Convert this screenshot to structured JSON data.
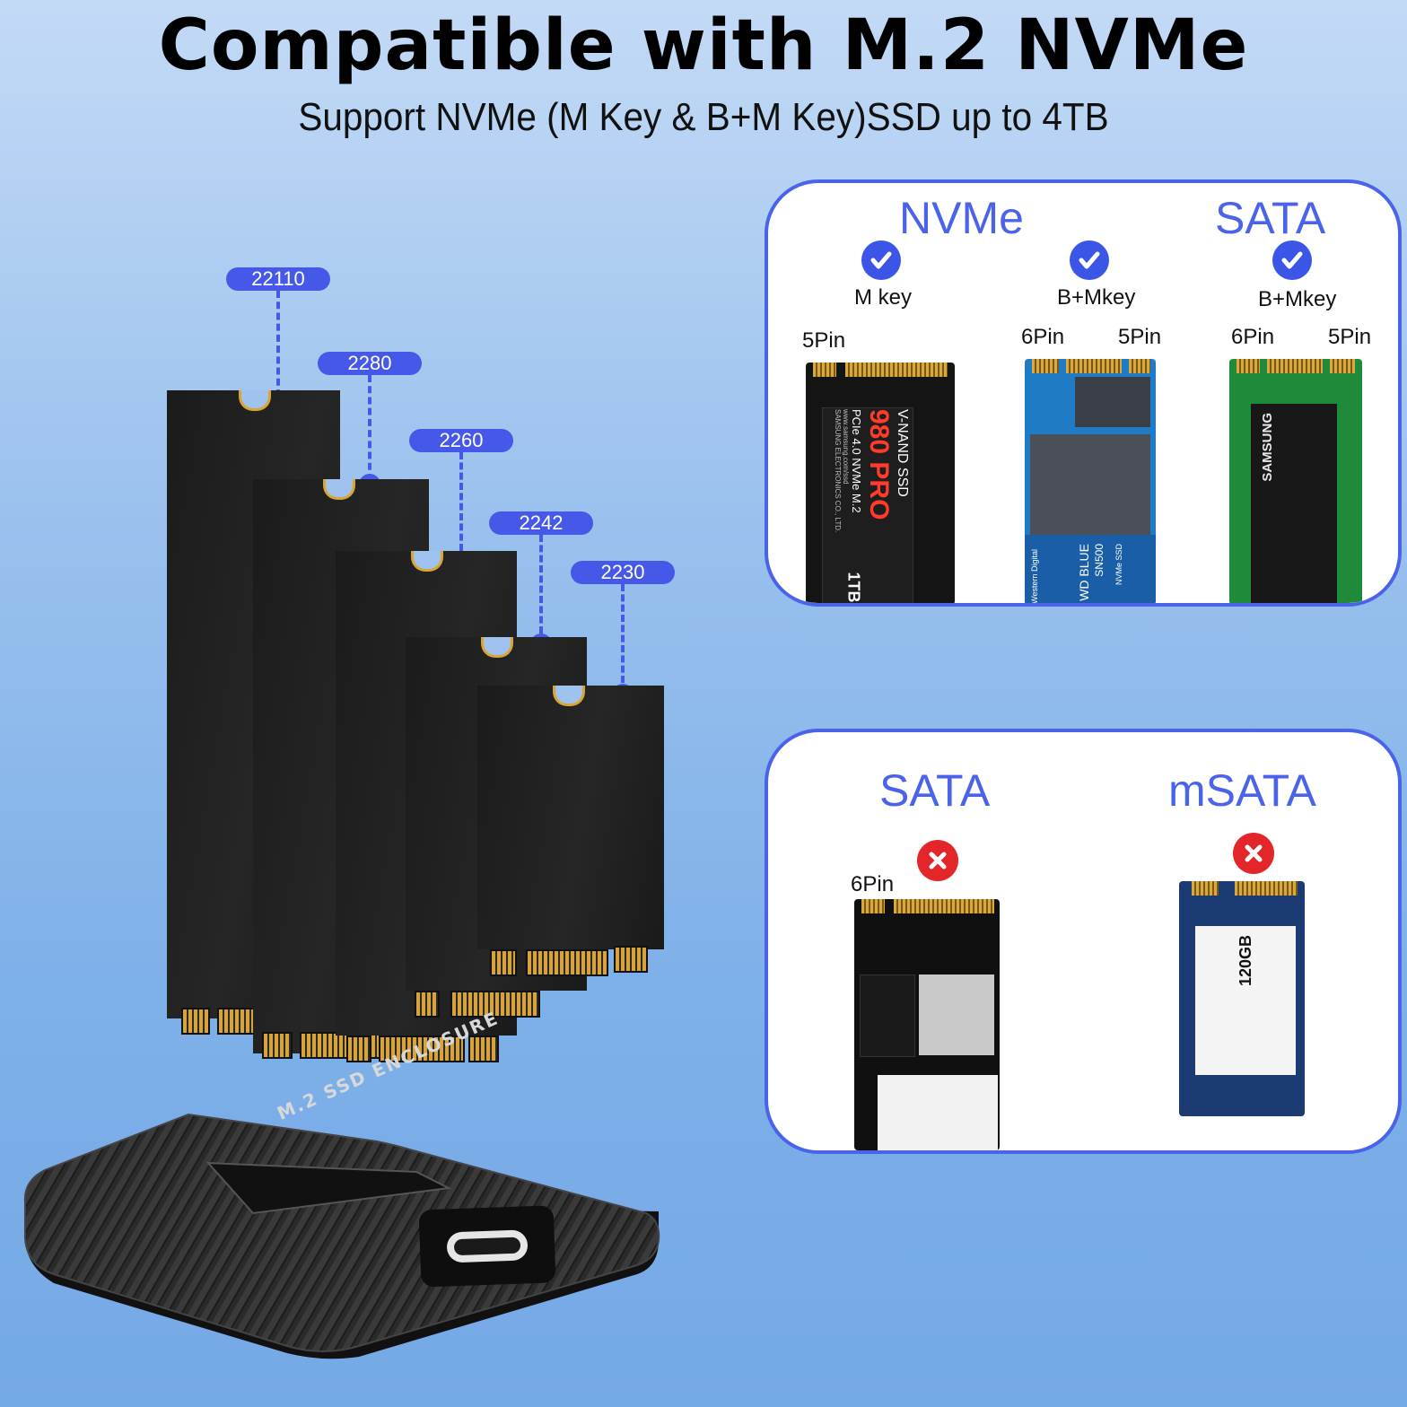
{
  "header": {
    "title": "Compatible with M.2 NVMe",
    "subtitle": "Support NVMe (M Key & B+M Key)SSD up to 4TB"
  },
  "sizes": [
    "22110",
    "2280",
    "2260",
    "2242",
    "2230"
  ],
  "enclosure": {
    "label": "M.2 SSD ENCLOSURE"
  },
  "supported_panel": {
    "groups": [
      {
        "heading": "NVMe",
        "key": "M key",
        "pins": [
          "5Pin"
        ],
        "card_text": [
          "V-NAND SSD",
          "980 PRO",
          "PCIe 4.0 NVMe M.2",
          "SAMSUNG ELECTRONICS CO., LTD.",
          "www.samsung.com/ssd",
          "1TB"
        ]
      },
      {
        "heading": "",
        "key": "B+Mkey",
        "pins": [
          "6Pin",
          "5Pin"
        ],
        "card_text": [
          "Western Digital",
          "WD BLUE",
          "SN500",
          "NVMe SSD"
        ]
      },
      {
        "heading": "SATA",
        "key": "B+Mkey",
        "pins": [
          "6Pin",
          "5Pin"
        ],
        "card_text": [
          "SAMSUNG"
        ]
      }
    ],
    "status_color": "#3b56e6"
  },
  "unsupported_panel": {
    "groups": [
      {
        "heading": "SATA",
        "pins": [
          "6Pin"
        ]
      },
      {
        "heading": "mSATA",
        "card_text": "120GB"
      }
    ],
    "status_color": "#e3262a"
  },
  "colors": {
    "accent": "#4a63e8",
    "tag": "#4658e8",
    "gold": "#d9a840"
  }
}
